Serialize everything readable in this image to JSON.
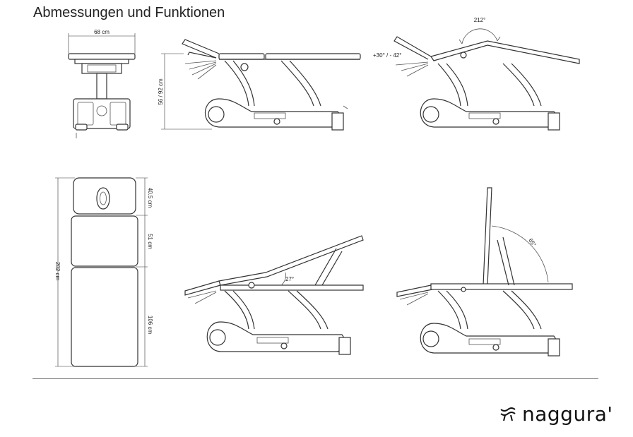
{
  "header": {
    "title": "Abmessungen und Funktionen"
  },
  "dimensions": {
    "width": "68 cm",
    "height": "56 / 92 cm",
    "length": "202 cm",
    "head_section": "40.5 cm",
    "mid_section": "51 cm",
    "leg_section": "106 cm"
  },
  "angles": {
    "head_range": "+30° / - 42°",
    "back_max": "212°",
    "inclined": "27°",
    "backrest": "65°"
  },
  "brand": {
    "name": "naggura'"
  }
}
